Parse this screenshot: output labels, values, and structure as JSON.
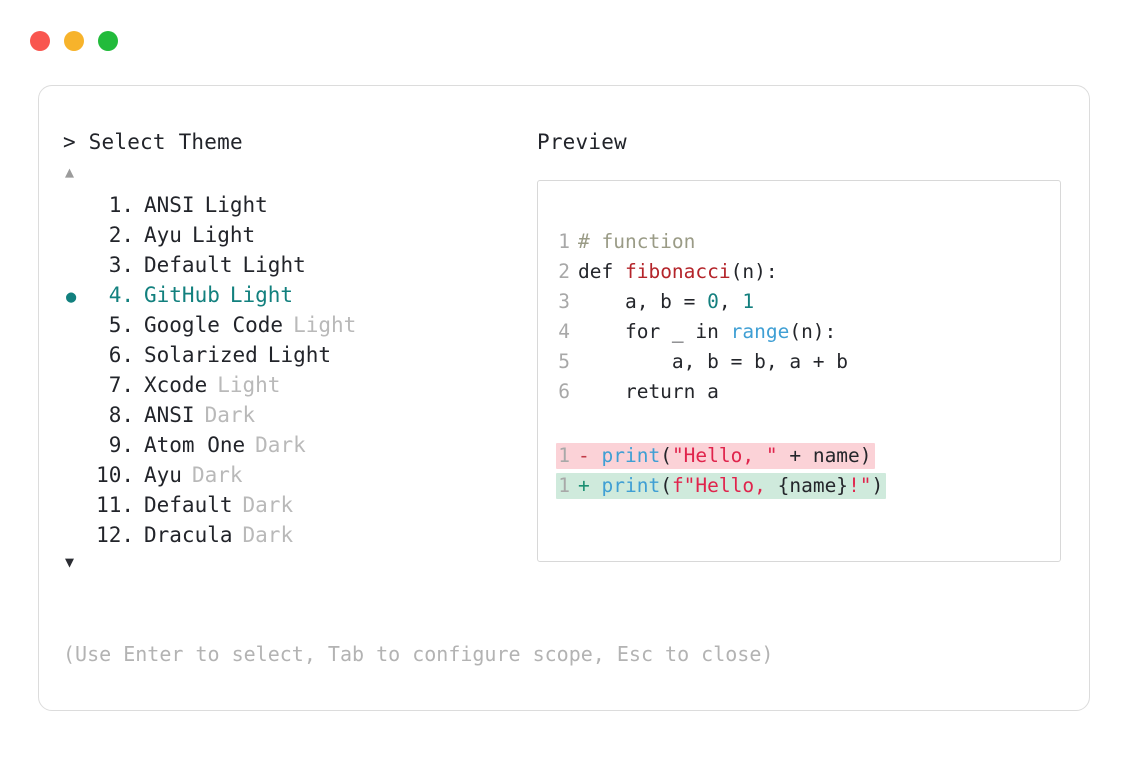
{
  "window": {
    "buttons": [
      {
        "name": "close",
        "color": "#f9564f"
      },
      {
        "name": "minimize",
        "color": "#f7b32b"
      },
      {
        "name": "maximize",
        "color": "#22bb3b"
      }
    ]
  },
  "prompt": {
    "title": "> Select Theme",
    "scroll_up": "▲",
    "scroll_down": "▼",
    "selected_index": 4,
    "bullet_glyph": "●"
  },
  "themes": [
    {
      "num": "1.",
      "name": "ANSI",
      "variant": "Light",
      "variant_dim": false,
      "selected": false
    },
    {
      "num": "2.",
      "name": "Ayu",
      "variant": "Light",
      "variant_dim": false,
      "selected": false
    },
    {
      "num": "3.",
      "name": "Default",
      "variant": "Light",
      "variant_dim": false,
      "selected": false
    },
    {
      "num": "4.",
      "name": "GitHub",
      "variant": "Light",
      "variant_dim": false,
      "selected": true
    },
    {
      "num": "5.",
      "name": "Google Code",
      "variant": "Light",
      "variant_dim": true,
      "selected": false
    },
    {
      "num": "6.",
      "name": "Solarized",
      "variant": "Light",
      "variant_dim": false,
      "selected": false
    },
    {
      "num": "7.",
      "name": "Xcode",
      "variant": "Light",
      "variant_dim": true,
      "selected": false
    },
    {
      "num": "8.",
      "name": "ANSI",
      "variant": "Dark",
      "variant_dim": true,
      "selected": false
    },
    {
      "num": "9.",
      "name": "Atom One",
      "variant": "Dark",
      "variant_dim": true,
      "selected": false
    },
    {
      "num": "10.",
      "name": "Ayu",
      "variant": "Dark",
      "variant_dim": true,
      "selected": false
    },
    {
      "num": "11.",
      "name": "Default",
      "variant": "Dark",
      "variant_dim": true,
      "selected": false
    },
    {
      "num": "12.",
      "name": "Dracula",
      "variant": "Dark",
      "variant_dim": true,
      "selected": false
    }
  ],
  "hint": "(Use Enter to select, Tab to configure scope, Esc to close)",
  "preview": {
    "title": "Preview",
    "code_lines": [
      {
        "n": "1",
        "tokens": [
          {
            "t": "# function",
            "c": "comment"
          }
        ]
      },
      {
        "n": "2",
        "tokens": [
          {
            "t": "def ",
            "c": "plain"
          },
          {
            "t": "fibonacci",
            "c": "func"
          },
          {
            "t": "(n):",
            "c": "plain"
          }
        ]
      },
      {
        "n": "3",
        "tokens": [
          {
            "t": "    a, b = ",
            "c": "plain"
          },
          {
            "t": "0",
            "c": "num"
          },
          {
            "t": ", ",
            "c": "plain"
          },
          {
            "t": "1",
            "c": "num"
          }
        ]
      },
      {
        "n": "4",
        "tokens": [
          {
            "t": "    for _ in ",
            "c": "plain"
          },
          {
            "t": "range",
            "c": "builtin"
          },
          {
            "t": "(n):",
            "c": "plain"
          }
        ]
      },
      {
        "n": "5",
        "tokens": [
          {
            "t": "        a, b = b, a + b",
            "c": "plain"
          }
        ]
      },
      {
        "n": "6",
        "tokens": [
          {
            "t": "    return a",
            "c": "plain"
          }
        ]
      }
    ],
    "diff_lines": [
      {
        "n": "1",
        "kind": "del",
        "marker": "-",
        "tokens": [
          {
            "t": "print",
            "c": "builtin"
          },
          {
            "t": "(",
            "c": "plain"
          },
          {
            "t": "\"Hello, \"",
            "c": "str"
          },
          {
            "t": " + name)",
            "c": "plain"
          }
        ]
      },
      {
        "n": "1",
        "kind": "add",
        "marker": "+",
        "tokens": [
          {
            "t": "print",
            "c": "builtin"
          },
          {
            "t": "(",
            "c": "plain"
          },
          {
            "t": "f\"Hello, ",
            "c": "str"
          },
          {
            "t": "{name}",
            "c": "plain"
          },
          {
            "t": "!\"",
            "c": "str"
          },
          {
            "t": ")",
            "c": "plain"
          }
        ]
      }
    ]
  }
}
